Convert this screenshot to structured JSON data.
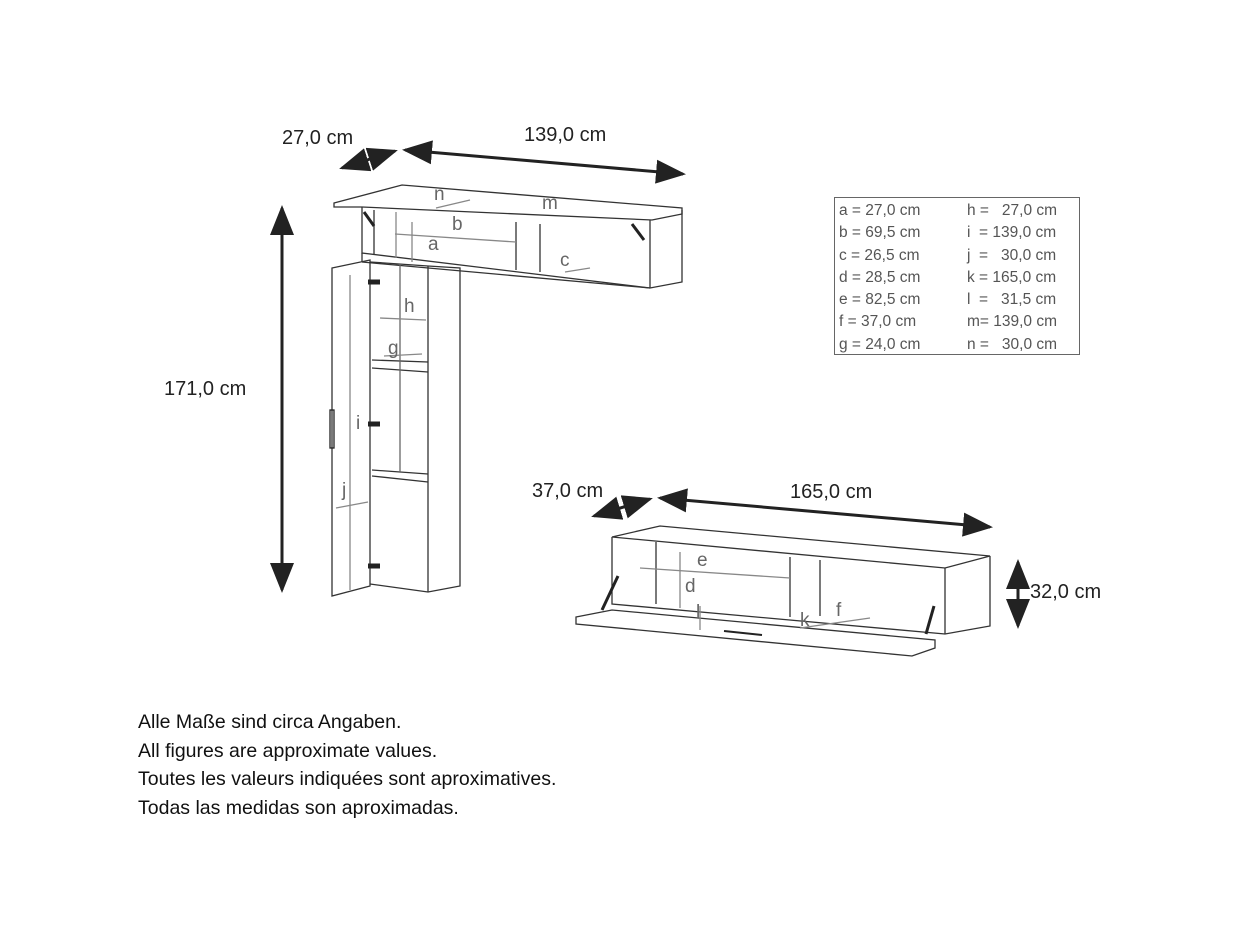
{
  "dimensions": {
    "wall_depth": "27,0 cm",
    "wall_width": "139,0 cm",
    "column_height": "171,0 cm",
    "tv_depth": "37,0 cm",
    "tv_width": "165,0 cm",
    "tv_height": "32,0 cm"
  },
  "part_labels": [
    "a",
    "b",
    "c",
    "d",
    "e",
    "f",
    "g",
    "h",
    "i",
    "j",
    "k",
    "l",
    "m",
    "n"
  ],
  "legend": {
    "left": [
      "a = 27,0 cm",
      "b = 69,5 cm",
      "c = 26,5 cm",
      "d = 28,5 cm",
      "e = 82,5 cm",
      "f  = 37,0 cm",
      "g = 24,0 cm"
    ],
    "right": [
      "h =   27,0 cm",
      "i  = 139,0 cm",
      "j  =   30,0 cm",
      "k = 165,0 cm",
      "l  =   31,5 cm",
      "m= 139,0 cm",
      "n =   30,0 cm"
    ]
  },
  "notes": [
    "Alle Maße sind circa Angaben.",
    "All figures are approximate values.",
    "Toutes les valeurs indiquées sont aproximatives.",
    "Todas las medidas son aproximadas."
  ]
}
